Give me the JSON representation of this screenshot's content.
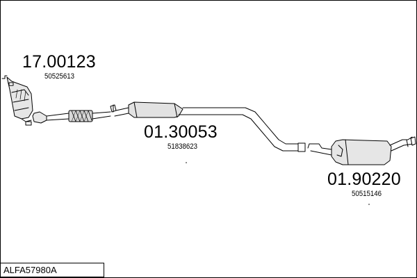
{
  "parts": [
    {
      "number": "17.00123",
      "oem": "50525613"
    },
    {
      "number": "01.30053",
      "oem": "51838623"
    },
    {
      "number": "01.90220",
      "oem": "50515146"
    }
  ],
  "system_code": "ALFA57980A"
}
